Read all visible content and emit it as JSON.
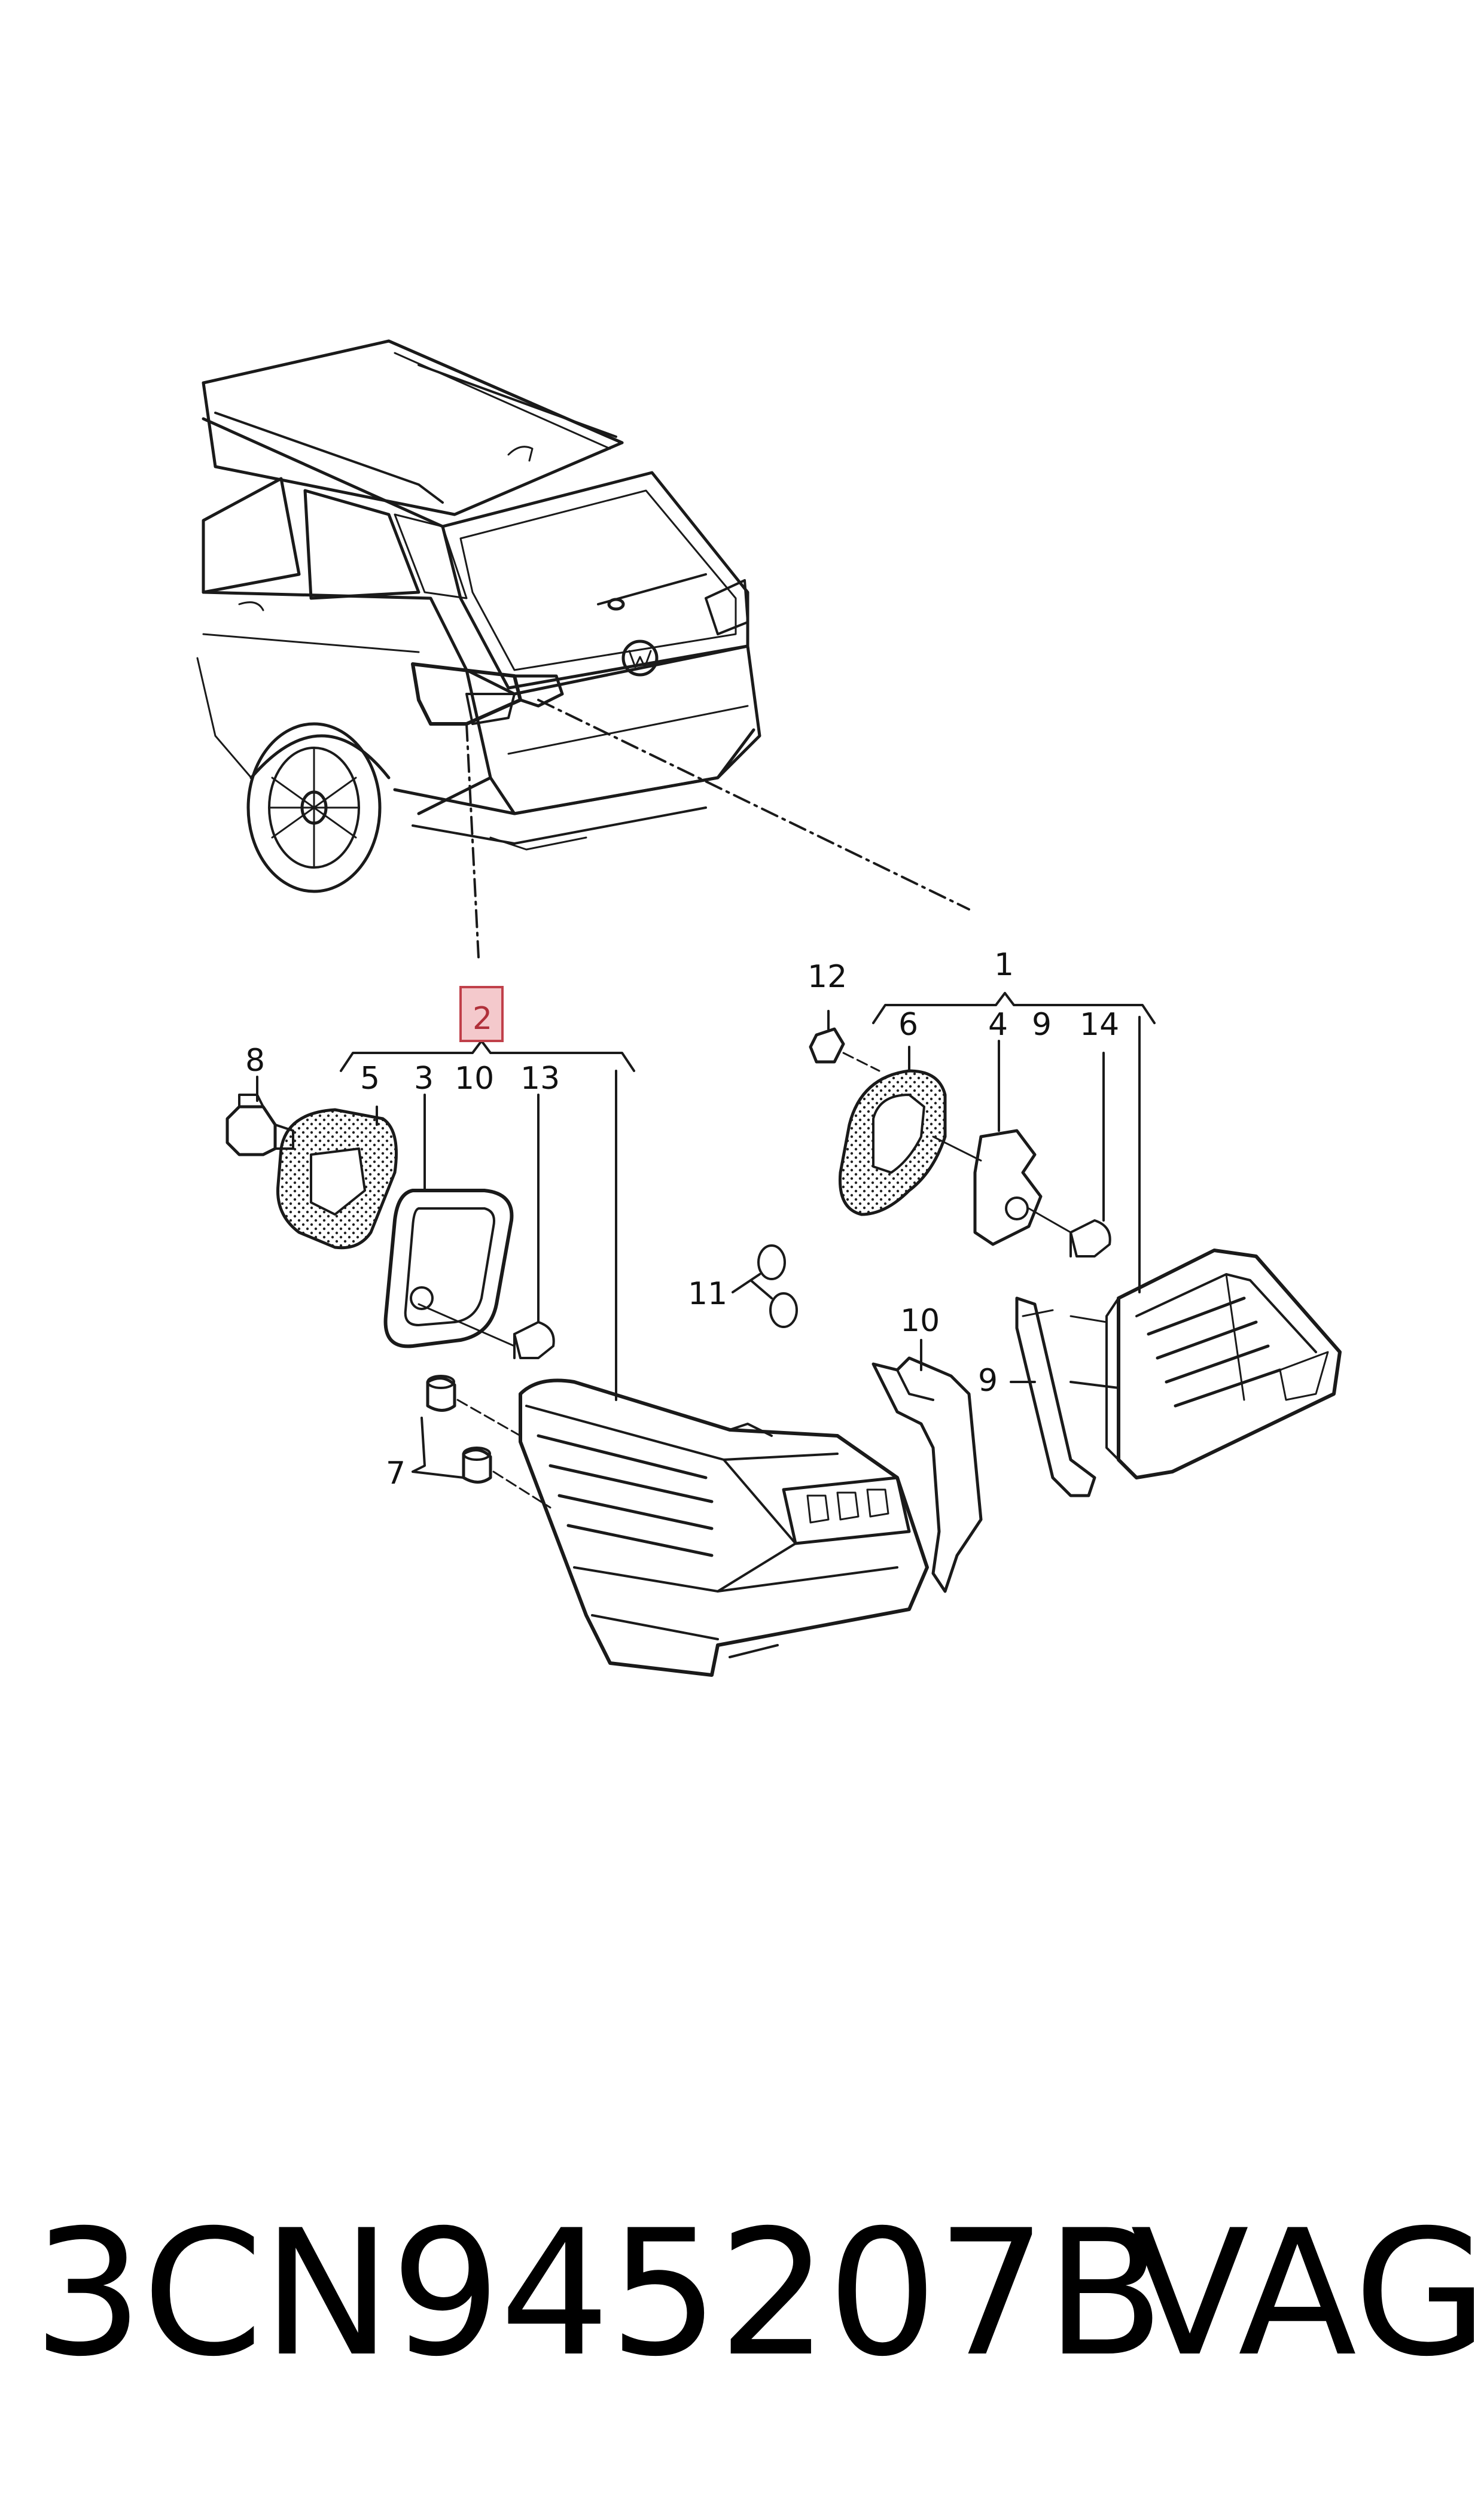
{
  "diagram": {
    "callouts": {
      "c1": "1",
      "c2": "2",
      "c3": "3",
      "c4": "4",
      "c5": "5",
      "c6": "6",
      "c7": "7",
      "c8": "8",
      "c9a": "9",
      "c9b": "9",
      "c10a": "10",
      "c10b": "10",
      "c11": "11",
      "c12": "12",
      "c13": "13",
      "c14": "14"
    },
    "highlight_color": "#f4c9cc",
    "highlight_stroke": "#c0404a"
  },
  "footer": {
    "part_number": "3CN945207B",
    "brand": "VAG"
  }
}
